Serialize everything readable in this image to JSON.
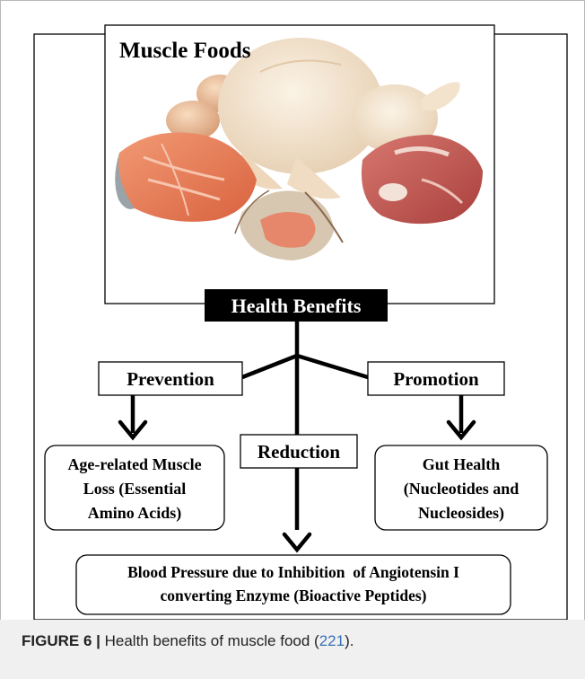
{
  "photo_title": "Muscle Foods",
  "central": "Health Benefits",
  "branches": {
    "left": {
      "label": "Prevention",
      "outcome": [
        "Age-related Muscle",
        "Loss (Essential",
        "Amino Acids)"
      ]
    },
    "middle": {
      "label": "Reduction",
      "outcome": [
        "Blood Pressure due to Inhibition  of Angiotensin I",
        "converting Enzyme (Bioactive Peptides)"
      ]
    },
    "right": {
      "label": "Promotion",
      "outcome": [
        "Gut Health",
        "(Nucleotides and",
        "Nucleosides)"
      ]
    }
  },
  "photo_items": [
    "eggs-icon",
    "chicken-icon",
    "salmon-steak-icon",
    "shrimp-icon",
    "red-meat-icon"
  ],
  "colors": {
    "central_bg": "#000000",
    "central_text": "#ffffff",
    "salmon": "#e8795a",
    "chicken": "#f3e4cf",
    "meat": "#c0504f"
  },
  "caption": {
    "label": "FIGURE 6 |",
    "text": "Health benefits of muscle food (",
    "ref": "221",
    "end": ")."
  }
}
